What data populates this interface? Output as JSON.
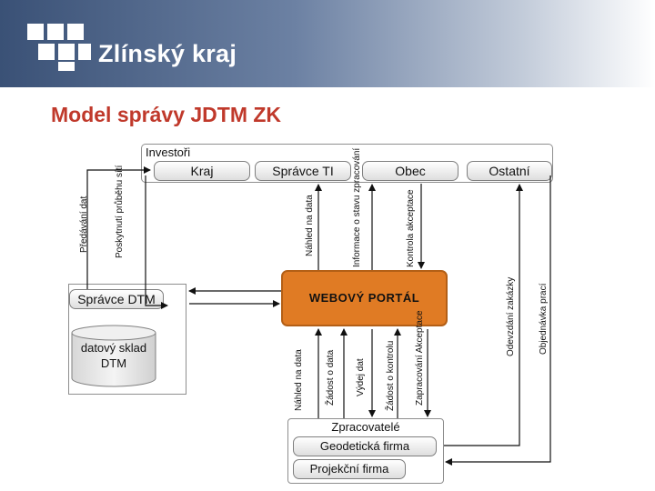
{
  "header": {
    "brand": "Zlínský kraj"
  },
  "title": "Model správy JDTM ZK",
  "investori": {
    "label": "Investoři",
    "kraj": "Kraj",
    "spravce_ti": "Správce TI",
    "obec": "Obec",
    "ostatni": "Ostatní"
  },
  "portal": "WEBOVÝ PORTÁL",
  "spravce_dtm": "Správce DTM",
  "datovy_sklad": "datový sklad DTM",
  "zpracovatele": {
    "label": "Zpracovatelé",
    "geodeticka": "Geodetická firma",
    "projekcni": "Projekční firma"
  },
  "flows": {
    "predavani_dat": "Předávání dat",
    "poskytnuti": "Poskytnutí průběhu sítí",
    "nahled_top": "Náhled na data",
    "informace": "Informace o stavu zpracování",
    "kontrola": "Kontrola akceptace",
    "odevzdani": "Odevzdání zakázky",
    "objednavka": "Objednávka prací",
    "nahled_bottom": "Náhled na data",
    "zadost_data": "Žádost o data",
    "vydej": "Výdej dat",
    "zadost_kontrolu": "Žádost o kontrolu",
    "zapracovani": "Zapracování Akceptace"
  },
  "colors": {
    "header": "#3a5176",
    "title": "#c0392b",
    "portal": "#e07b24",
    "arrow": "#111111"
  }
}
